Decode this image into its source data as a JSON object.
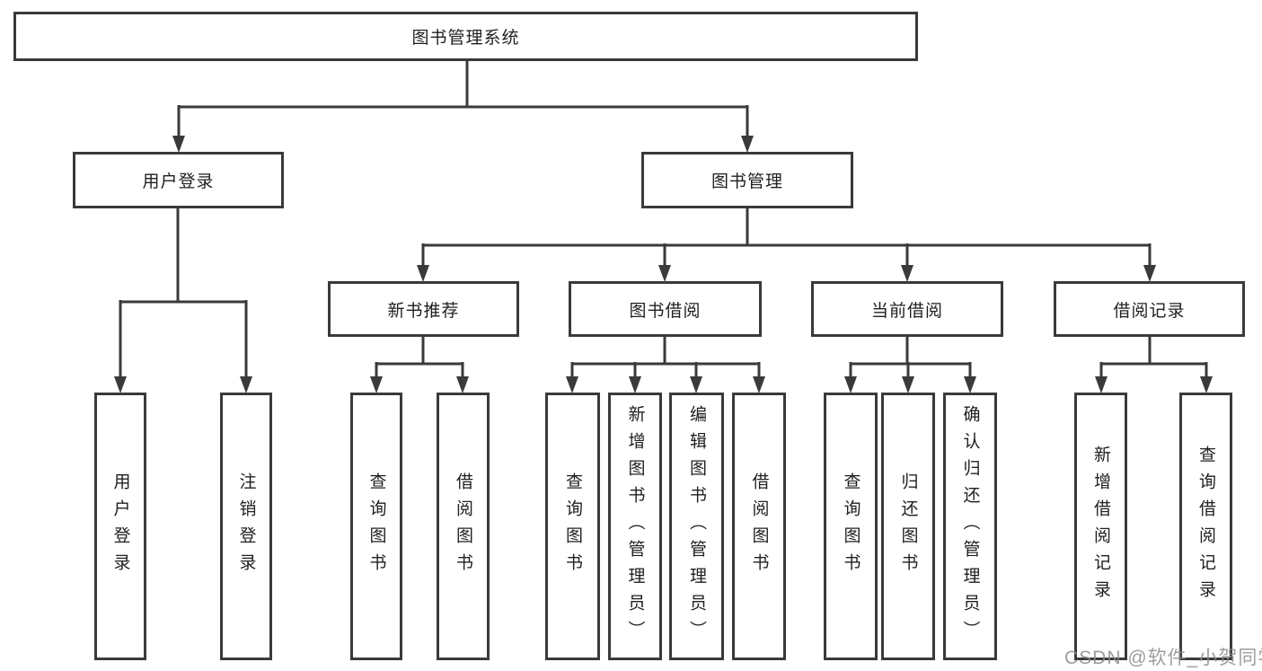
{
  "diagram": {
    "root": {
      "label": "图书管理系统"
    },
    "level2": [
      {
        "label": "用户登录"
      },
      {
        "label": "图书管理"
      }
    ],
    "level3": [
      {
        "label": "新书推荐"
      },
      {
        "label": "图书借阅"
      },
      {
        "label": "当前借阅"
      },
      {
        "label": "借阅记录"
      }
    ],
    "leaves": [
      {
        "group": "user-login",
        "label": "用户登录"
      },
      {
        "group": "user-login",
        "label": "注销登录"
      },
      {
        "group": "new-book-recommend",
        "label": "查询图书"
      },
      {
        "group": "new-book-recommend",
        "label": "借阅图书"
      },
      {
        "group": "book-borrow",
        "label": "查询图书"
      },
      {
        "group": "book-borrow",
        "label": "新增图书（管理员）"
      },
      {
        "group": "book-borrow",
        "label": "编辑图书（管理员）"
      },
      {
        "group": "book-borrow",
        "label": "借阅图书"
      },
      {
        "group": "current-borrow",
        "label": "查询图书"
      },
      {
        "group": "current-borrow",
        "label": "归还图书"
      },
      {
        "group": "current-borrow",
        "label": "确认归还（管理员）"
      },
      {
        "group": "borrow-record",
        "label": "新增借阅记录"
      },
      {
        "group": "borrow-record",
        "label": "查询借阅记录"
      }
    ]
  },
  "watermark": "CSDN @软件_小贺同学",
  "colors": {
    "line": "#3a3a3a",
    "text": "#1f1f1f",
    "watermark": "#8c8c8c",
    "background": "#ffffff"
  }
}
